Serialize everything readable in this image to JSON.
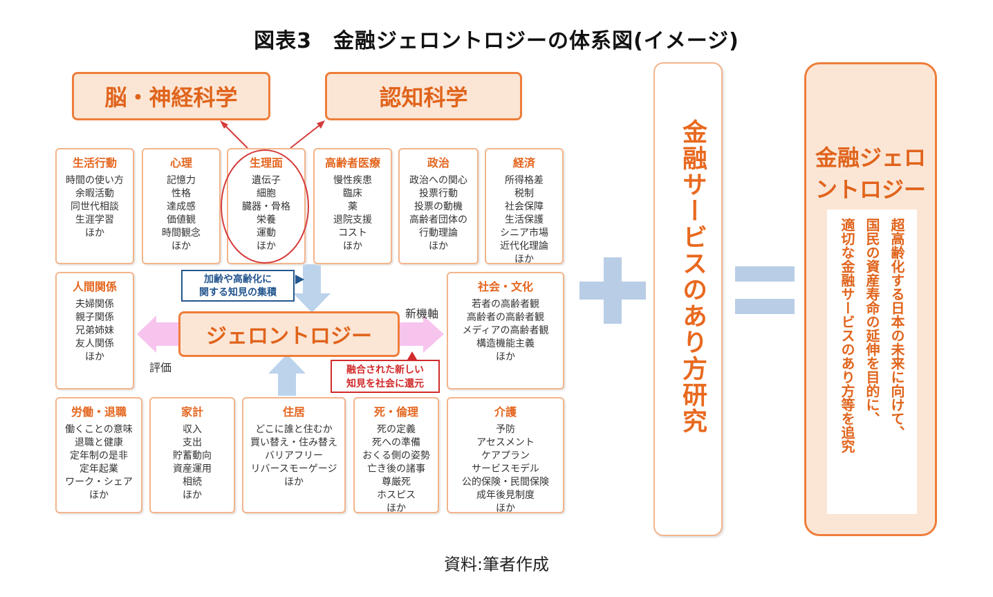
{
  "title": "図表3　金融ジェロントロジーの体系図(イメージ)",
  "source": "資料:筆者作成",
  "top_boxes": {
    "brain": "脳・神経科学",
    "cognitive": "認知科学"
  },
  "center": "ジェロントロジー",
  "notes": {
    "blue": [
      "加齢や高齢化に",
      "関する知見の集積"
    ],
    "red": [
      "融合された新しい",
      "知見を社会に還元"
    ],
    "shinkijiku": "新機軸",
    "hyouka": "評価"
  },
  "domains": {
    "life": {
      "title": "生活行動",
      "items": [
        "時間の使い方",
        "余暇活動",
        "同世代相談",
        "生涯学習",
        "ほか"
      ]
    },
    "psych": {
      "title": "心理",
      "items": [
        "記憶力",
        "性格",
        "達成感",
        "価値観",
        "時間観念",
        "ほか"
      ]
    },
    "physio": {
      "title": "生理面",
      "items": [
        "遺伝子",
        "細胞",
        "臓器・骨格",
        "栄養",
        "運動",
        "ほか"
      ]
    },
    "medical": {
      "title": "高齢者医療",
      "items": [
        "慢性疾患",
        "臨床",
        "薬",
        "退院支援",
        "コスト",
        "ほか"
      ]
    },
    "politics": {
      "title": "政治",
      "items": [
        "政治への関心",
        "投票行動",
        "投票の動機",
        "高齢者団体の",
        "行動理論",
        "ほか"
      ]
    },
    "economy": {
      "title": "経済",
      "items": [
        "所得格差",
        "税制",
        "社会保障",
        "生活保護",
        "シニア市場",
        "近代化理論",
        "ほか"
      ]
    },
    "relations": {
      "title": "人間関係",
      "items": [
        "夫婦関係",
        "親子関係",
        "兄弟姉妹",
        "友人関係",
        "ほか"
      ]
    },
    "society": {
      "title": "社会・文化",
      "items": [
        "若者の高齢者観",
        "高齢者の高齢者観",
        "メディアの高齢者観",
        "構造機能主義",
        "ほか"
      ]
    },
    "labor": {
      "title": "労働・退職",
      "items": [
        "働くことの意味",
        "退職と健康",
        "定年制の是非",
        "定年起業",
        "ワーク・シェア",
        "ほか"
      ]
    },
    "household": {
      "title": "家計",
      "items": [
        "収入",
        "支出",
        "貯蓄動向",
        "資産運用",
        "相続",
        "ほか"
      ]
    },
    "housing": {
      "title": "住居",
      "items": [
        "どこに誰と住むか",
        "買い替え・住み替え",
        "バリアフリー",
        "リバースモーゲージ",
        "ほか"
      ]
    },
    "death": {
      "title": "死・倫理",
      "items": [
        "死の定義",
        "死への準備",
        "おくる側の姿勢",
        "亡き後の諸事",
        "尊厳死",
        "ホスピス",
        "ほか"
      ]
    },
    "care": {
      "title": "介護",
      "items": [
        "予防",
        "アセスメント",
        "ケアプラン",
        "サービスモデル",
        "公的保険・民間保険",
        "成年後見制度",
        "ほか"
      ]
    }
  },
  "vertical_research": "金融サービスのあり方研究",
  "result": {
    "title_lines": [
      "金融ジェロ",
      "ントロジー"
    ],
    "desc_lines": [
      "超高齢化する日本の未来に向けて、",
      "国民の資産寿命の延伸を目的に、",
      "適切な金融サービスのあり方等を追究"
    ]
  },
  "colors": {
    "orange": "#ee7d3a",
    "orange_fill": "#fbe6d6",
    "light_blue": "#bcd3ec",
    "pink": "#f7c4ee",
    "dark_blue": "#23568e",
    "red": "#d12a2a"
  }
}
